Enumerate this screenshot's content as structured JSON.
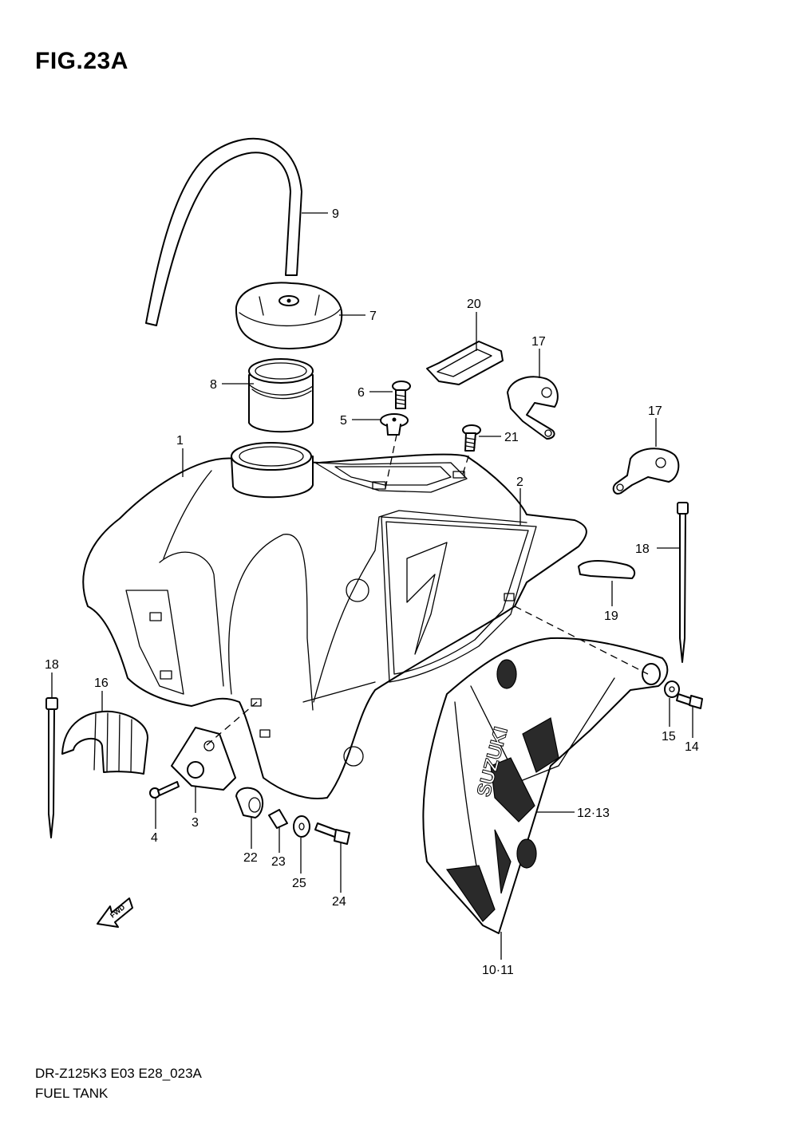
{
  "figure": {
    "title": "FIG.23A"
  },
  "callouts": [
    {
      "id": "c1",
      "text": "1"
    },
    {
      "id": "c2",
      "text": "2"
    },
    {
      "id": "c3",
      "text": "3"
    },
    {
      "id": "c4",
      "text": "4"
    },
    {
      "id": "c5",
      "text": "5"
    },
    {
      "id": "c6",
      "text": "6"
    },
    {
      "id": "c7",
      "text": "7"
    },
    {
      "id": "c8",
      "text": "8"
    },
    {
      "id": "c9",
      "text": "9"
    },
    {
      "id": "c1011",
      "text": "10·11"
    },
    {
      "id": "c1213",
      "text": "12·13"
    },
    {
      "id": "c14",
      "text": "14"
    },
    {
      "id": "c15",
      "text": "15"
    },
    {
      "id": "c16",
      "text": "16"
    },
    {
      "id": "c17a",
      "text": "17"
    },
    {
      "id": "c17b",
      "text": "17"
    },
    {
      "id": "c18a",
      "text": "18"
    },
    {
      "id": "c18b",
      "text": "18"
    },
    {
      "id": "c19",
      "text": "19"
    },
    {
      "id": "c20",
      "text": "20"
    },
    {
      "id": "c21",
      "text": "21"
    },
    {
      "id": "c22",
      "text": "22"
    },
    {
      "id": "c23",
      "text": "23"
    },
    {
      "id": "c24",
      "text": "24"
    },
    {
      "id": "c25",
      "text": "25"
    }
  ],
  "decal_text": "SUZUKI",
  "fwd_arrow_text": "FWD",
  "footer": {
    "code": "DR-Z125K3 E03 E28_023A",
    "name": "FUEL TANK"
  }
}
